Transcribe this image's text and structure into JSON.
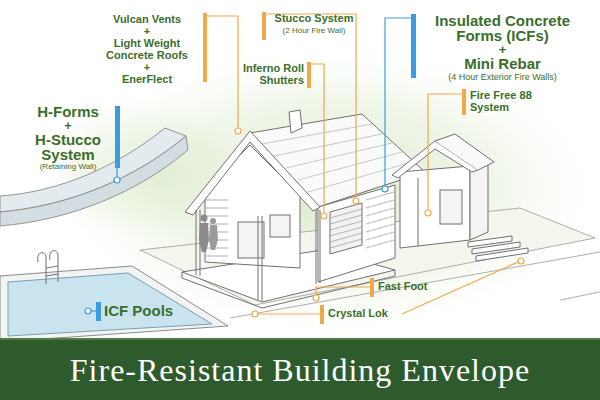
{
  "diagram": {
    "title": "Fire-Resistant Building Envelope",
    "labels": [
      "Vulcan Vents",
      "+",
      "Light Weight Concrete Roofs",
      "+",
      "EnerFlect",
      "Stucco System",
      "(2 Hour Fire Wall)",
      "Insulated Concrete Forms (ICFs)",
      "+",
      "Mini Rebar",
      "(4 Hour Exterior Fire Walls)",
      "Inferno Roll Shutters",
      "Fire Free 88 System",
      "H-Forms",
      "+",
      "H-Stucco System",
      "(Retaining Wall)",
      "Fast Foot",
      "ICF Pools",
      "Crystal Lok"
    ]
  }
}
